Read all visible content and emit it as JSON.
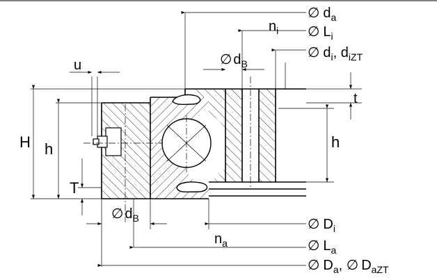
{
  "labels": {
    "da": {
      "sym": "∅",
      "main": "d",
      "sub": "a"
    },
    "Li": {
      "sym": "∅",
      "main": "L",
      "sub": "i"
    },
    "di": {
      "sym": "∅",
      "main": "d",
      "sub": "i",
      "sep": ", ",
      "main2": "d",
      "sub2": "iZT"
    },
    "ni": {
      "main": "n",
      "sub": "i"
    },
    "dB_top": {
      "sym": "∅",
      "main": "d",
      "sub": "B"
    },
    "u": {
      "main": "u"
    },
    "t": {
      "main": "t"
    },
    "H": {
      "main": "H"
    },
    "h_left": {
      "main": "h"
    },
    "h_right": {
      "main": "h"
    },
    "T": {
      "main": "T"
    },
    "dB_bot": {
      "sym": "∅",
      "main": "d",
      "sub": "B"
    },
    "Di": {
      "sym": "∅",
      "main": "D",
      "sub": "i"
    },
    "na": {
      "main": "n",
      "sub": "a"
    },
    "La": {
      "sym": "∅",
      "main": "L",
      "sub": "a"
    },
    "Da": {
      "sym": "∅",
      "main": "D",
      "sub": "a",
      "sep": ", ",
      "sym2": "∅",
      "main2": "D",
      "sub2": "aZT"
    }
  }
}
